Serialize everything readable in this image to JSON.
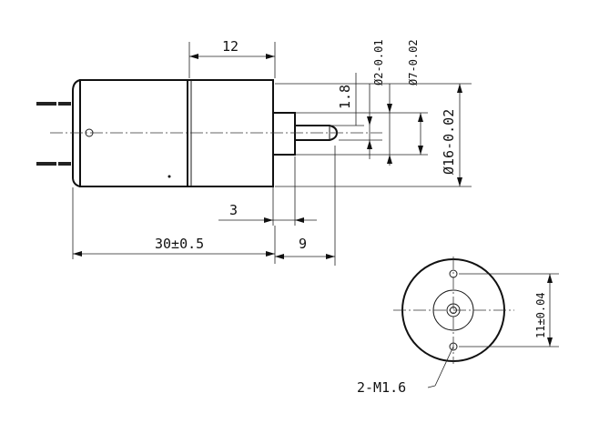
{
  "dimensions": {
    "gear_length": "12",
    "shaft_tolerance": "Ø2-0.01",
    "boss_tolerance": "Ø7-0.02",
    "flat_1": "1.8",
    "body_diameter": "Ø16-0.02",
    "step_3": "3",
    "total_length": "30±0.5",
    "shaft_length": "9",
    "hole_spacing": "11±0.04",
    "mount_holes": "2-M1.6"
  }
}
